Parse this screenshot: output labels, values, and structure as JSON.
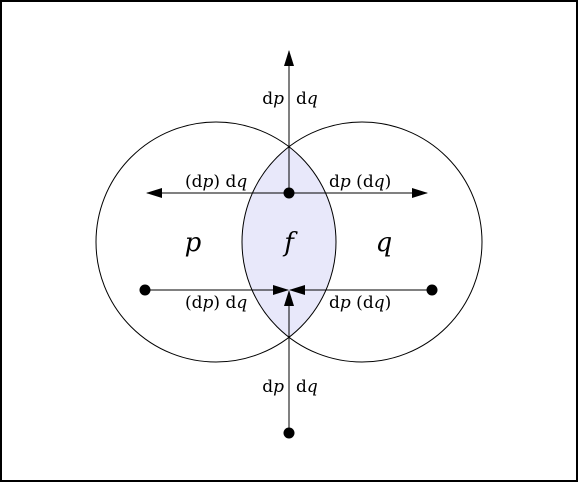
{
  "regions": {
    "left": "p",
    "center": "f",
    "right": "q"
  },
  "labels": {
    "top_arrow": {
      "d1": "d",
      "v1": "p",
      "d2": "d",
      "v2": "q"
    },
    "upper_left": {
      "open": "(d",
      "v1": "p",
      "close": ")",
      "d2": " d",
      "v2": "q"
    },
    "upper_right": {
      "d1": "d",
      "v1": "p",
      "open": " (d",
      "v2": "q",
      "close": ")"
    },
    "lower_left": {
      "open": "(d",
      "v1": "p",
      "close": ")",
      "d2": " d",
      "v2": "q"
    },
    "lower_right": {
      "d1": "d",
      "v1": "p",
      "open": " (d",
      "v2": "q",
      "close": ")"
    },
    "bottom_arrow": {
      "d1": "d",
      "v1": "p",
      "d2": "d",
      "v2": "q"
    }
  },
  "colors": {
    "stroke": "#000000",
    "lens_fill": "#e8e8fa"
  }
}
